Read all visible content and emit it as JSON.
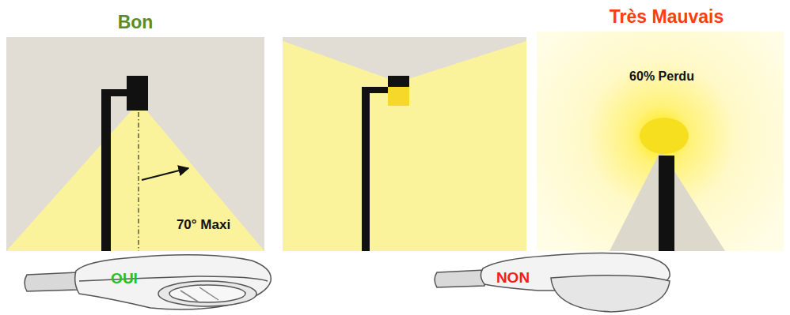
{
  "diagram": {
    "labels": [
      "Bon",
      "Très Mauvais",
      "70° Maxi",
      "60% Perdu",
      "OUI",
      "NON"
    ]
  }
}
